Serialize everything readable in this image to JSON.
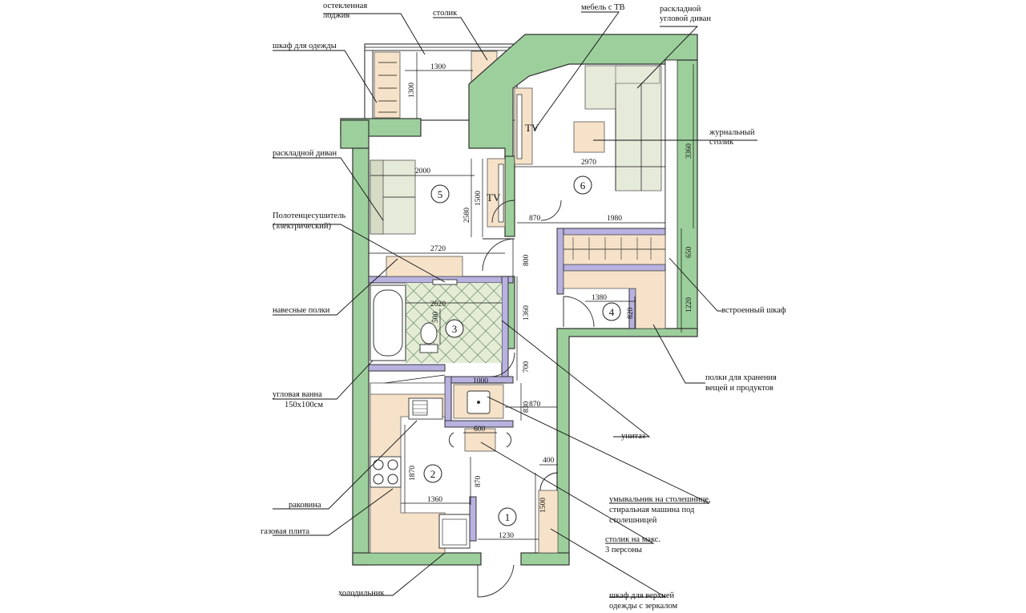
{
  "labels": {
    "loggia": [
      "остекленная",
      "лоджия"
    ],
    "table_small": "столик",
    "tv_furniture": "мебель с ТВ",
    "corner_sofa": [
      "раскладной",
      "угловой диван"
    ],
    "wardrobe": "шкаф для одежды",
    "coffee_table": [
      "журнальный",
      "столик"
    ],
    "folding_sofa": "раскладной диван",
    "towel_dryer": [
      "Полотенцесушитель",
      "(электрический)"
    ],
    "hanging_shelves": "навесные полки",
    "builtin_wardrobe": "встроенный шкаф",
    "storage_shelves": [
      "полки для хранения",
      "вещей и продуктов"
    ],
    "corner_bath": [
      "угловая ванна",
      "150х100см"
    ],
    "toilet": "унитаз",
    "sink": "раковина",
    "washbasin": [
      "умывальник на столешнице,",
      "стиральная машина под",
      "столешницей"
    ],
    "gas_stove": "газовая плита",
    "table_max": [
      "столик на макс.",
      "3 персоны"
    ],
    "fridge": "холодильник",
    "outer_wardrobe": [
      "шкаф для верхней",
      "одежды с зеркалом"
    ]
  },
  "tv_marks": [
    "TV",
    "TV"
  ],
  "rooms": [
    "1",
    "2",
    "3",
    "4",
    "5",
    "6"
  ],
  "dimensions": {
    "d1300a": "1300",
    "d1300b": "1300",
    "d2000": "2000",
    "d1500a": "1500",
    "d2580": "2580",
    "d2970": "2970",
    "d3360": "3360",
    "d870a": "870",
    "d1980": "1980",
    "d650": "650",
    "d2720": "2720",
    "d800": "800",
    "d2620": "2620",
    "d500": "500",
    "d1360a": "1360",
    "d1380": "1380",
    "d820": "820",
    "d1220": "1220",
    "d700": "700",
    "d1000": "1000",
    "d830": "830",
    "d870b": "870",
    "d600": "600",
    "d1870": "1870",
    "d870c": "870",
    "d400": "400",
    "d1360b": "1360",
    "d1500b": "1500",
    "d1230": "1230"
  },
  "colors": {
    "wall": "#9ccf9c",
    "partition": "#b8b2e0",
    "furniture": "#f6e2c8",
    "sofa": "#e6ead9"
  }
}
